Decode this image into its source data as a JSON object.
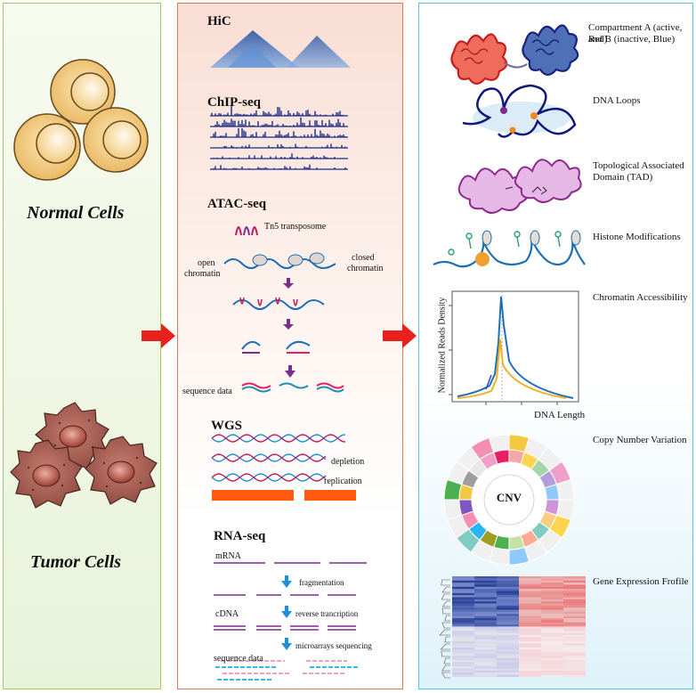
{
  "left": {
    "normal_label": "Normal Cells",
    "tumor_label": "Tumor Cells"
  },
  "middle": {
    "hic": "HiC",
    "chipseq": "ChIP-seq",
    "atacseq": "ATAC-seq",
    "tn5": "Tn5 transposome",
    "open_chromatin_1": "open",
    "open_chromatin_2": "chromatin",
    "closed_chromatin_1": "closed",
    "closed_chromatin_2": "chromatin",
    "sequence_data": "sequence data",
    "wgs": "WGS",
    "depletion": "depletion",
    "replication": "replication",
    "rnaseq": "RNA-seq",
    "mrna": "mRNA",
    "fragmentation": "fragmentation",
    "cdna": "cDNA",
    "reverse_transcription": "reverse trancription",
    "microarrays": "microarrays sequencing",
    "rna_sequence_data": "sequence data"
  },
  "right": {
    "compartment_1": "Compartment A (active, Red)",
    "compartment_2": "and B (inactive, Blue)",
    "dna_loops": "DNA Loops",
    "tad_1": "Topological Associated",
    "tad_2": "Domain (TAD)",
    "histone": "Histone Modifications",
    "accessibility": "Chromatin Accessibility",
    "acc_ylabel": "Normalized Reads Density",
    "acc_xlabel": "DNA Length",
    "cnv_title": "Copy Number Variation",
    "cnv_center": "CNV",
    "gene_expr": "Gene Expression Frofile"
  },
  "colors": {
    "green_border": "#9acd5a",
    "orange_border": "#e8754e",
    "blue_border": "#5bc0e2",
    "arrow_red": "#e8201e",
    "dna_blue": "#1f6fb4",
    "purple": "#7b2d8e",
    "wgs_bar": "#ff5a10"
  }
}
